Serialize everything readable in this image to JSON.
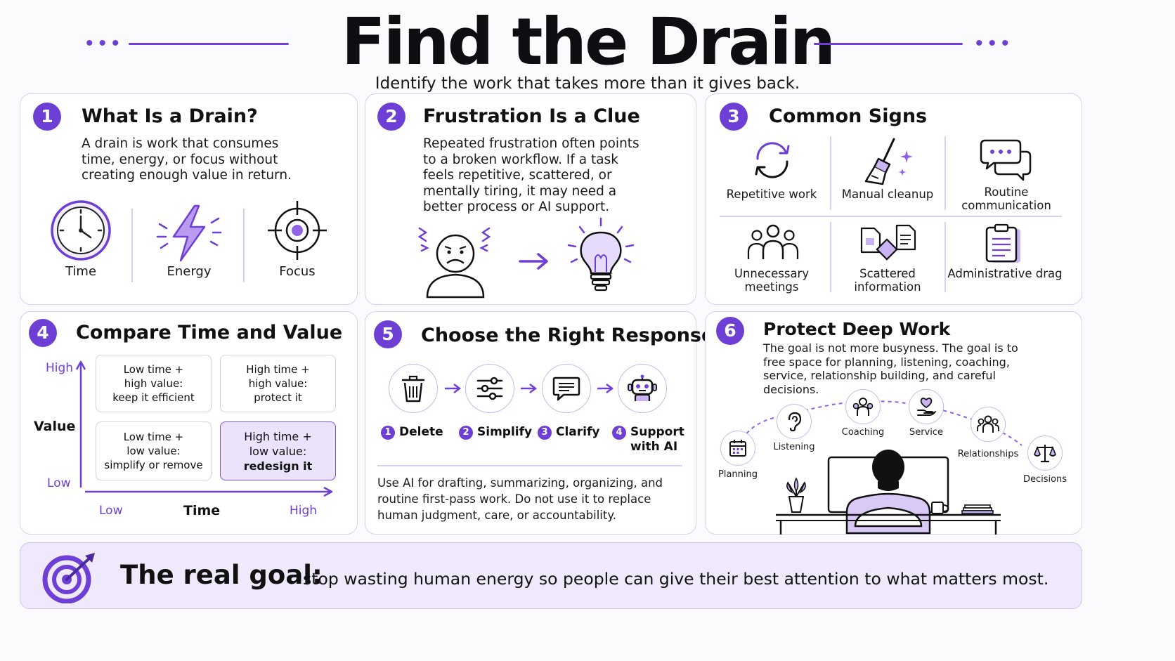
{
  "header": {
    "title": "Find the Drain",
    "subtitle": "Identify the work that takes more than it gives back."
  },
  "colors": {
    "accent": "#6d3fd4",
    "accent_light": "#ebe3fb",
    "border": "#d9cff0"
  },
  "cards": {
    "drain": {
      "num": "1",
      "title": "What Is a Drain?",
      "body": "A drain is work that consumes time, energy, or focus without creating enough value in return.",
      "items": [
        {
          "label": "Time",
          "icon": "clock-icon"
        },
        {
          "label": "Energy",
          "icon": "lightning-icon"
        },
        {
          "label": "Focus",
          "icon": "target-icon"
        }
      ]
    },
    "frustration": {
      "num": "2",
      "title": "Frustration Is a Clue",
      "body": "Repeated frustration often points to a broken workflow. If a task feels repetitive, scattered, or mentally tiring, it may need a better process or AI support."
    },
    "signs": {
      "num": "3",
      "title": "Common Signs",
      "items": [
        {
          "label": "Repetitive work",
          "icon": "refresh-icon"
        },
        {
          "label": "Manual cleanup",
          "icon": "broom-icon"
        },
        {
          "label": "Routine communication",
          "icon": "chat-icon"
        },
        {
          "label": "Unnecessary meetings",
          "icon": "people-icon"
        },
        {
          "label": "Scattered information",
          "icon": "documents-icon"
        },
        {
          "label": "Administrative drag",
          "icon": "clipboard-icon"
        }
      ]
    },
    "compare": {
      "num": "4",
      "title": "Compare Time and Value",
      "y_high": "High",
      "y_low": "Low",
      "y_name": "Value",
      "x_low": "Low",
      "x_high": "High",
      "x_name": "Time",
      "quadrants": {
        "top_left": {
          "l1": "Low time +",
          "l2": "high value:",
          "l3": "keep it efficient"
        },
        "top_right": {
          "l1": "High time +",
          "l2": "high value:",
          "l3": "protect it"
        },
        "bottom_left": {
          "l1": "Low time +",
          "l2": "low value:",
          "l3": "simplify or remove"
        },
        "bottom_right": {
          "l1": "High time +",
          "l2": "low value:",
          "l3": "redesign it"
        }
      }
    },
    "response": {
      "num": "5",
      "title": "Choose the Right Response",
      "steps": [
        {
          "n": "1",
          "label": "Delete",
          "icon": "trash-icon"
        },
        {
          "n": "2",
          "label": "Simplify",
          "icon": "sliders-icon"
        },
        {
          "n": "3",
          "label": "Clarify",
          "icon": "message-icon"
        },
        {
          "n": "4",
          "label": "Support",
          "label2": "with AI",
          "icon": "robot-icon"
        }
      ],
      "note": "Use AI for drafting, summarizing, organizing, and routine first-pass work. Do not use it to replace human judgment, care, or accountability."
    },
    "deep": {
      "num": "6",
      "title": "Protect Deep Work",
      "body": "The goal is not more busyness. The goal is to free space for planning, listening, coaching, service, relationship building, and careful decisions.",
      "items": [
        {
          "label": "Planning",
          "icon": "calendar-icon"
        },
        {
          "label": "Listening",
          "icon": "ear-icon"
        },
        {
          "label": "Coaching",
          "icon": "coaching-icon"
        },
        {
          "label": "Service",
          "icon": "heart-hand-icon"
        },
        {
          "label": "Relationships",
          "icon": "group-icon"
        },
        {
          "label": "Decisions",
          "icon": "scales-icon"
        }
      ]
    }
  },
  "banner": {
    "lead": "The real goal:",
    "text": "stop wasting human energy so people can give their best attention to what matters most."
  }
}
